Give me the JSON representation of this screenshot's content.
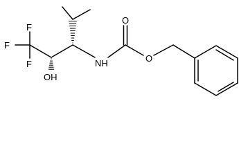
{
  "molecule": {
    "atom_labels": {
      "f_top": "F",
      "f_left": "F",
      "f_bottom": "F",
      "hydroxyl": "OH",
      "amine": "NH",
      "carbonyl_oxygen": "O",
      "ester_oxygen": "O"
    }
  }
}
